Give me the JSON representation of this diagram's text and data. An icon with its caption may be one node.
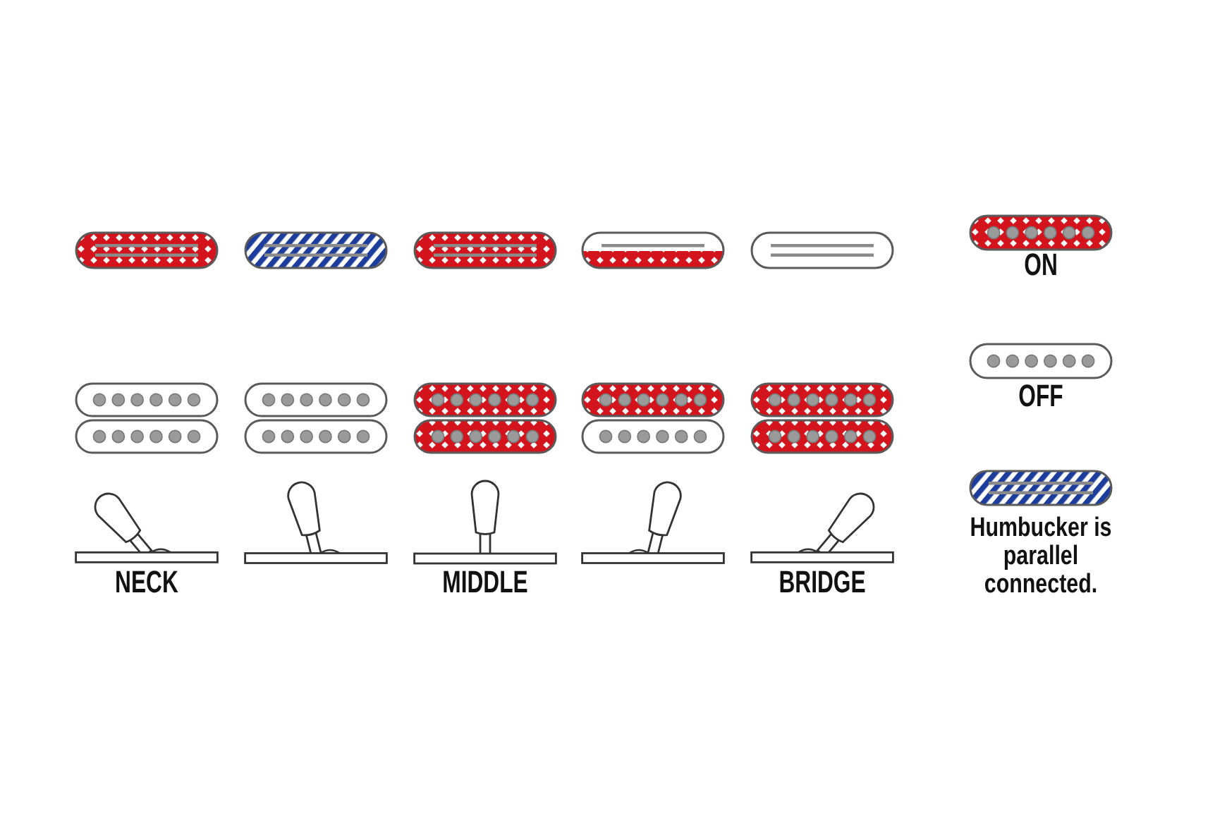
{
  "diagram": {
    "labels": [
      "NECK",
      "MIDDLE",
      "BRIDGE"
    ],
    "legend": [
      {
        "text": "ON"
      },
      {
        "text": "OFF"
      },
      {
        "text": "Humbucker is parallel connected."
      }
    ]
  }
}
